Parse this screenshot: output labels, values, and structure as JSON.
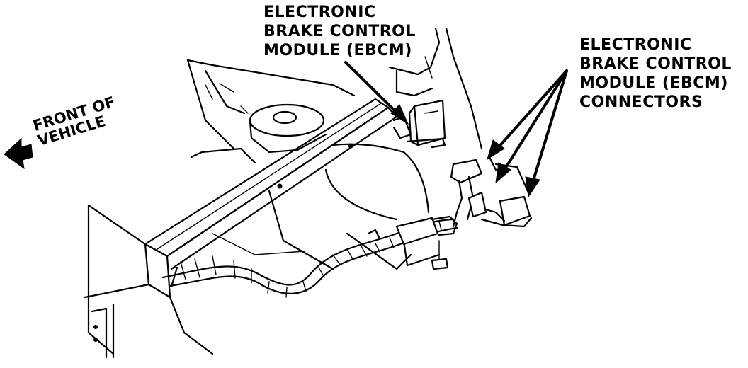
{
  "labels": {
    "ebcm": [
      "ELECTRONIC",
      "BRAKE CONTROL",
      "MODULE (EBCM)"
    ],
    "connectors": [
      "ELECTRONIC",
      "BRAKE CONTROL",
      "MODULE (EBCM)",
      "CONNECTORS"
    ],
    "front_of_vehicle": [
      "FRONT OF",
      "VEHICLE"
    ]
  },
  "colors": {
    "ink": "#000000",
    "paper": "#ffffff"
  },
  "icons": {
    "direction_arrow": "arrow-left-icon"
  }
}
